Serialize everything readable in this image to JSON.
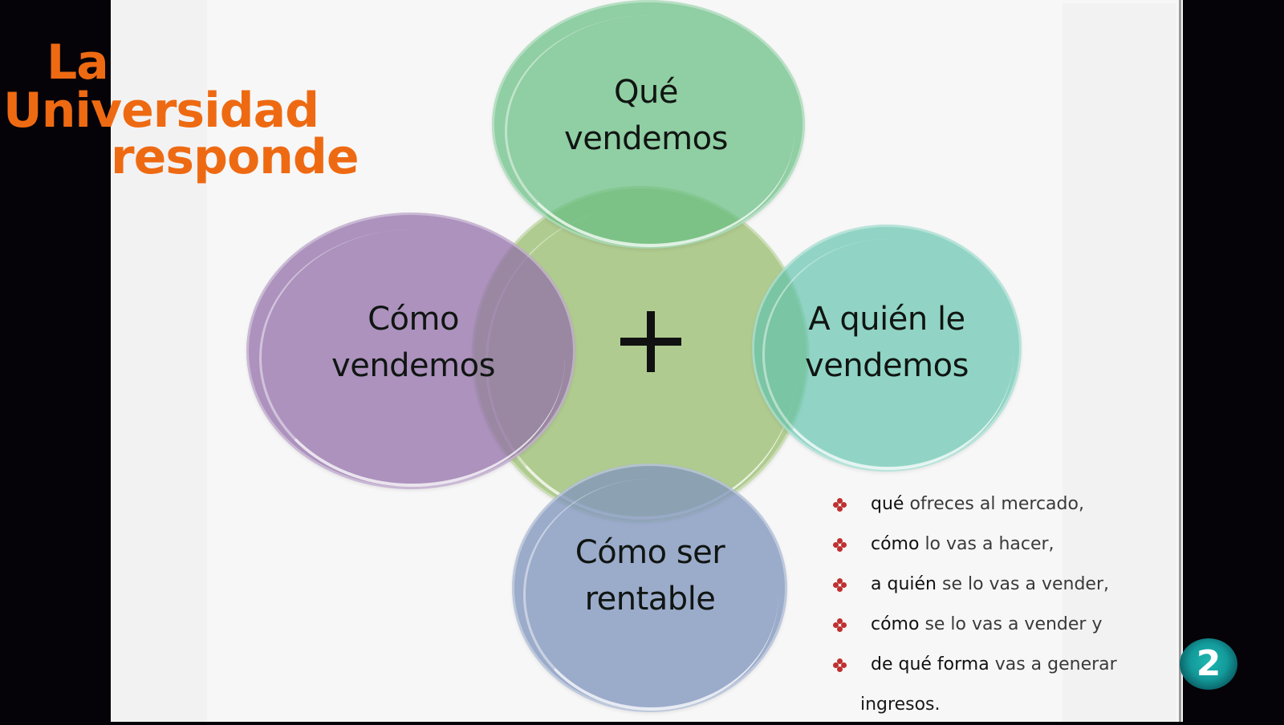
{
  "logo": {
    "line1": "La",
    "line2": "Universidad",
    "line3": "responde",
    "color": "#ee6a12"
  },
  "diagram": {
    "center_symbol": "+",
    "circles": [
      {
        "id": "top",
        "line1": "Qué",
        "line2": "vendemos",
        "color": "#68be82"
      },
      {
        "id": "left",
        "line1": "Cómo",
        "line2": "vendemos",
        "color": "#926ea8"
      },
      {
        "id": "right",
        "line1": "A quién le",
        "line2": "vendemos",
        "color": "#60c2ac"
      },
      {
        "id": "bottom",
        "line1": "Cómo ser",
        "line2": "rentable",
        "color": "#8296be"
      },
      {
        "id": "center",
        "color": "#aac786"
      }
    ]
  },
  "bullets": {
    "icon": "four-dot-diamond-icon",
    "icon_color": "#c03030",
    "items": [
      {
        "strong": "qué",
        "rest": " ofreces al mercado,"
      },
      {
        "strong": "cómo",
        "rest": " lo vas a hacer,"
      },
      {
        "strong": "a quién",
        "rest": " se lo vas a vender,"
      },
      {
        "strong": "cómo",
        "rest": " se lo vas a vender y"
      },
      {
        "strong": "de qué forma",
        "rest": " vas a generar"
      }
    ],
    "continuation": "ingresos."
  },
  "channel": {
    "badge_text": "2",
    "color": "#1fb7b0"
  }
}
